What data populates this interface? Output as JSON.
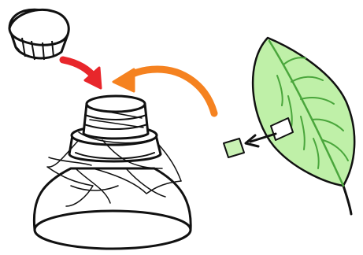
{
  "diagram": {
    "description_labels": [],
    "parts": [
      {
        "name": "bottle-cap",
        "icon": "bottle-cap-icon"
      },
      {
        "name": "cut-bottle-top",
        "icon": "bottle-top-icon"
      },
      {
        "name": "green-leaf",
        "icon": "leaf-icon"
      },
      {
        "name": "leaf-square-piece",
        "icon": "leaf-piece-icon"
      }
    ],
    "arrows": [
      {
        "name": "cap-to-bottle-arrow",
        "color": "#e8262b"
      },
      {
        "name": "leaf-piece-to-bottle-arrow",
        "color": "#f58220"
      },
      {
        "name": "cut-from-leaf-arrow",
        "color": "#111111"
      }
    ],
    "colors": {
      "line": "#111111",
      "leaf_fill": "#bff0a8",
      "leaf_vein": "#4aa63c",
      "cap_arrow": "#e8262b",
      "piece_arrow": "#f58220",
      "piece_fill": "#c9f2b4"
    }
  }
}
